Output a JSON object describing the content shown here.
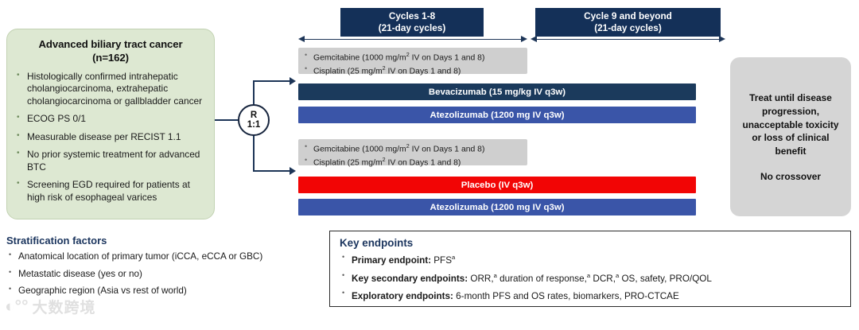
{
  "eligibility": {
    "title_line1": "Advanced biliary tract cancer",
    "title_line2": "(n=162)",
    "criteria": [
      "Histologically confirmed intrahepatic cholangiocarcinoma, extrahepatic cholangiocarcinoma or gallbladder cancer",
      "ECOG PS 0/1",
      "Measurable disease per RECIST 1.1",
      "No prior systemic treatment for advanced BTC",
      "Screening EGD required for patients at high risk of esophageal varices"
    ]
  },
  "randomization": {
    "label": "R",
    "ratio": "1:1"
  },
  "phases": [
    {
      "line1": "Cycles 1-8",
      "line2": "(21-day cycles)"
    },
    {
      "line1": "Cycle 9 and beyond",
      "line2": "(21-day cycles)"
    }
  ],
  "arms": {
    "upper": {
      "chemo": [
        {
          "drug": "Gemcitabine",
          "dose_pre": "(1000 mg/m",
          "sup": "2",
          "dose_post": " IV on Days 1 and 8)"
        },
        {
          "drug": "Cisplatin",
          "dose_pre": "(25 mg/m",
          "sup": "2",
          "dose_post": " IV on Days 1 and 8)"
        }
      ],
      "bar1": "Bevacizumab (15 mg/kg IV q3w)",
      "bar2": "Atezolizumab (1200 mg IV q3w)"
    },
    "lower": {
      "chemo": [
        {
          "drug": "Gemcitabine",
          "dose_pre": "(1000 mg/m",
          "sup": "2",
          "dose_post": " IV on Days 1 and 8)"
        },
        {
          "drug": "Cisplatin",
          "dose_pre": "(25 mg/m",
          "sup": "2",
          "dose_post": " IV on Days 1 and 8)"
        }
      ],
      "bar1": "Placebo (IV q3w)",
      "bar2": "Atezolizumab (1200 mg IV q3w)"
    }
  },
  "outcome": {
    "main": "Treat until disease progression, unacceptable toxicity or loss of clinical benefit",
    "sub": "No crossover"
  },
  "stratification": {
    "title": "Stratification factors",
    "items": [
      "Anatomical location of primary tumor (iCCA, eCCA or GBC)",
      "Metastatic disease (yes or no)",
      "Geographic region (Asia vs rest of world)"
    ]
  },
  "endpoints": {
    "title": "Key endpoints",
    "items": [
      {
        "label": "Primary endpoint:",
        "text_a": " PFS",
        "sup_a": "a",
        "text_b": "",
        "sup_b": "",
        "text_c": "",
        "sup_c": "",
        "text_d": ""
      },
      {
        "label": "Key secondary endpoints:",
        "text_a": " ORR,",
        "sup_a": "a",
        "text_b": " duration of response,",
        "sup_b": "a",
        "text_c": " DCR,",
        "sup_c": "a",
        "text_d": " OS, safety, PRO/QOL"
      },
      {
        "label": "Exploratory endpoints:",
        "text_a": " 6-month PFS and OS rates, biomarkers, PRO-CTCAE",
        "sup_a": "",
        "text_b": "",
        "sup_b": "",
        "text_c": "",
        "sup_c": "",
        "text_d": ""
      }
    ]
  },
  "watermark": {
    "glyph": "◐°°",
    "text": "大数跨境"
  },
  "colors": {
    "phase_bar": "#143058",
    "bevacizumab": "#1b3a5c",
    "atezolizumab": "#3a55a8",
    "placebo": "#f20505",
    "chemo_box": "#cfcfcf",
    "eligibility_bg": "#dde8d2",
    "outcome_bg": "#d5d5d5",
    "heading_navy": "#1b355e"
  }
}
